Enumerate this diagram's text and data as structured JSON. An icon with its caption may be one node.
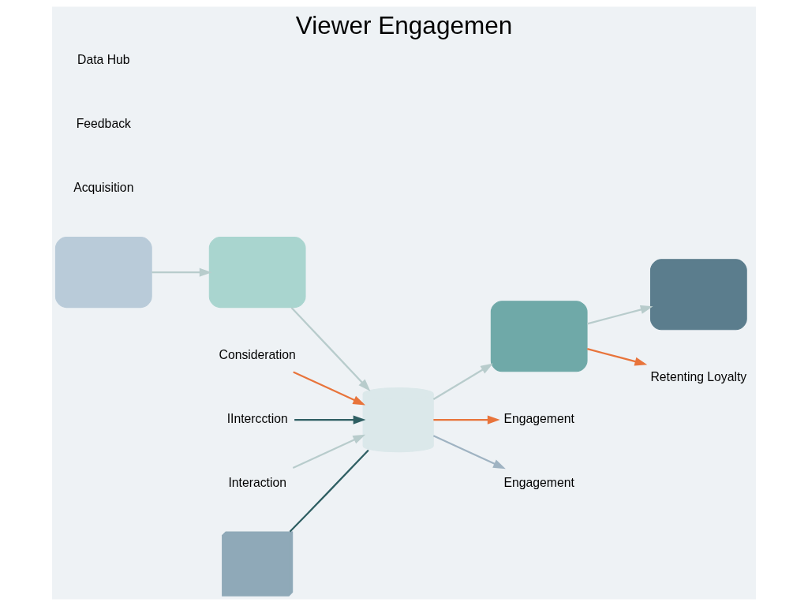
{
  "diagram": {
    "title": "Viewer Engagemen",
    "nodes": [
      {
        "text": [],
        "shape": "box"
      },
      {
        "text": [],
        "shape": "box"
      },
      {
        "text": [],
        "shape": "cylinder"
      },
      {
        "text": [],
        "shape": "box"
      },
      {
        "text": [],
        "shape": "box"
      },
      {
        "text": [
          "Consideration"
        ]
      },
      {
        "text": [
          "IIntercction"
        ]
      },
      {
        "text": [
          "Engagement"
        ]
      },
      {
        "text": [
          "Retenting Loyalty"
        ]
      },
      {
        "text": [
          "Interaction"
        ]
      },
      {
        "text": [
          "Engagement"
        ]
      },
      {
        "text": [],
        "shape": "chart"
      }
    ],
    "edges": [
      {
        "from": 0,
        "to": 1,
        "arrow": "to"
      },
      {
        "from": 1,
        "to": 2,
        "arrow": "to"
      },
      {
        "from": 2,
        "to": 3,
        "arrow": "to"
      },
      {
        "from": 3,
        "to": 4,
        "arrow": "to"
      },
      {
        "from": 5,
        "to": 2,
        "arrow": "to",
        "color": "#e8743b"
      },
      {
        "from": 6,
        "to": 2,
        "arrow": "to",
        "color": "#2f5f63"
      },
      {
        "from": 2,
        "to": 7,
        "arrow": "to",
        "color": "#e8743b"
      },
      {
        "from": 3,
        "to": 8,
        "arrow": "to",
        "color": "#e8743b"
      },
      {
        "from": 9,
        "to": 2,
        "arrow": "to"
      },
      {
        "from": 2,
        "to": 10,
        "arrow": "to",
        "color": "#9fb3c2"
      },
      {
        "from": 11,
        "to": 2,
        "arrow": "none",
        "color": "#2f5f63"
      }
    ],
    "labels": [
      "Acquisition",
      "Feedback",
      "Data Hub"
    ]
  }
}
